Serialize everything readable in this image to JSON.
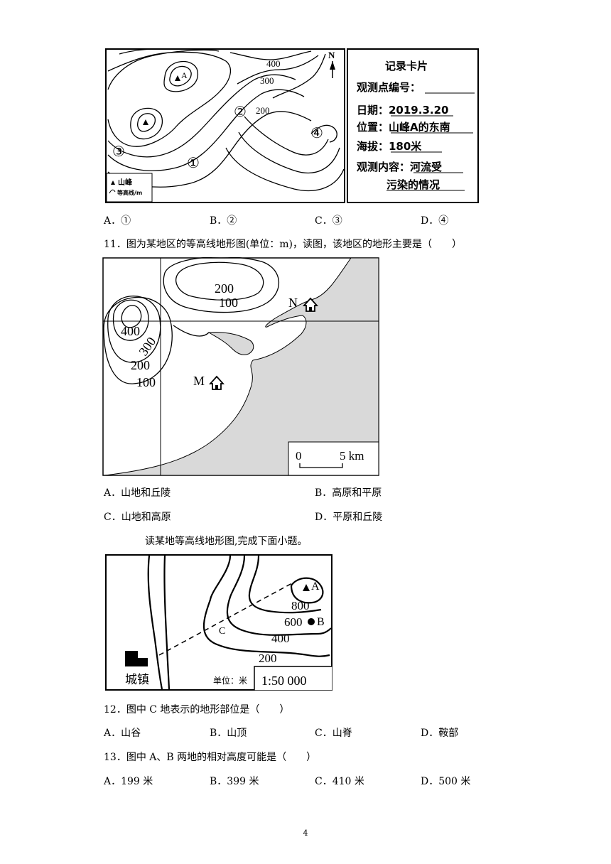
{
  "figure1": {
    "labels": {
      "peak_a": "A",
      "c400": "400",
      "c300": "300",
      "c200": "200",
      "p1": "①",
      "p2": "②",
      "p3": "③",
      "p4": "④",
      "north": "N"
    },
    "legend": {
      "peak": "山峰",
      "contour": "等高线/m"
    },
    "card": {
      "title": "记录卡片",
      "id_label": "观测点编号：",
      "date": "日期：2019.3.20",
      "position": "位置：山峰A的东南",
      "altitude": "海拔：180米",
      "content_line1": "观测内容：河流受",
      "content_line2": "污染的情况"
    }
  },
  "q10_options": [
    "A．①",
    "B．②",
    "C．③",
    "D．④"
  ],
  "q11": {
    "stem": "11．图为某地区的等高线地形图(单位：m)，读图，该地区的地形主要是（　　）",
    "map": {
      "c200a": "200",
      "c100a": "100",
      "c400": "400",
      "c300": "300",
      "c200b": "200",
      "c100b": "100",
      "N": "N",
      "M": "M",
      "scale_zero": "0",
      "scale_len": "5 km"
    },
    "options": [
      "A．山地和丘陵",
      "B．高原和平原",
      "C．山地和高原",
      "D．平原和丘陵"
    ]
  },
  "intro": "读某地等高线地形图,完成下面小题。",
  "figure3": {
    "A": "A",
    "B": "B",
    "C": "C",
    "c800": "800",
    "c600": "600",
    "c400": "400",
    "c200": "200",
    "town": "城镇",
    "unit": "单位：米",
    "scale": "1:50 000"
  },
  "q12": {
    "stem": "12．图中 C 地表示的地形部位是（　　）",
    "options": [
      "A．山谷",
      "B．山顶",
      "C．山脊",
      "D．鞍部"
    ]
  },
  "q13": {
    "stem": "13．图中 A、B 两地的相对高度可能是（　　）",
    "options": [
      "A．199 米",
      "B．399 米",
      "C．410 米",
      "D．500 米"
    ]
  },
  "page_number": "4"
}
